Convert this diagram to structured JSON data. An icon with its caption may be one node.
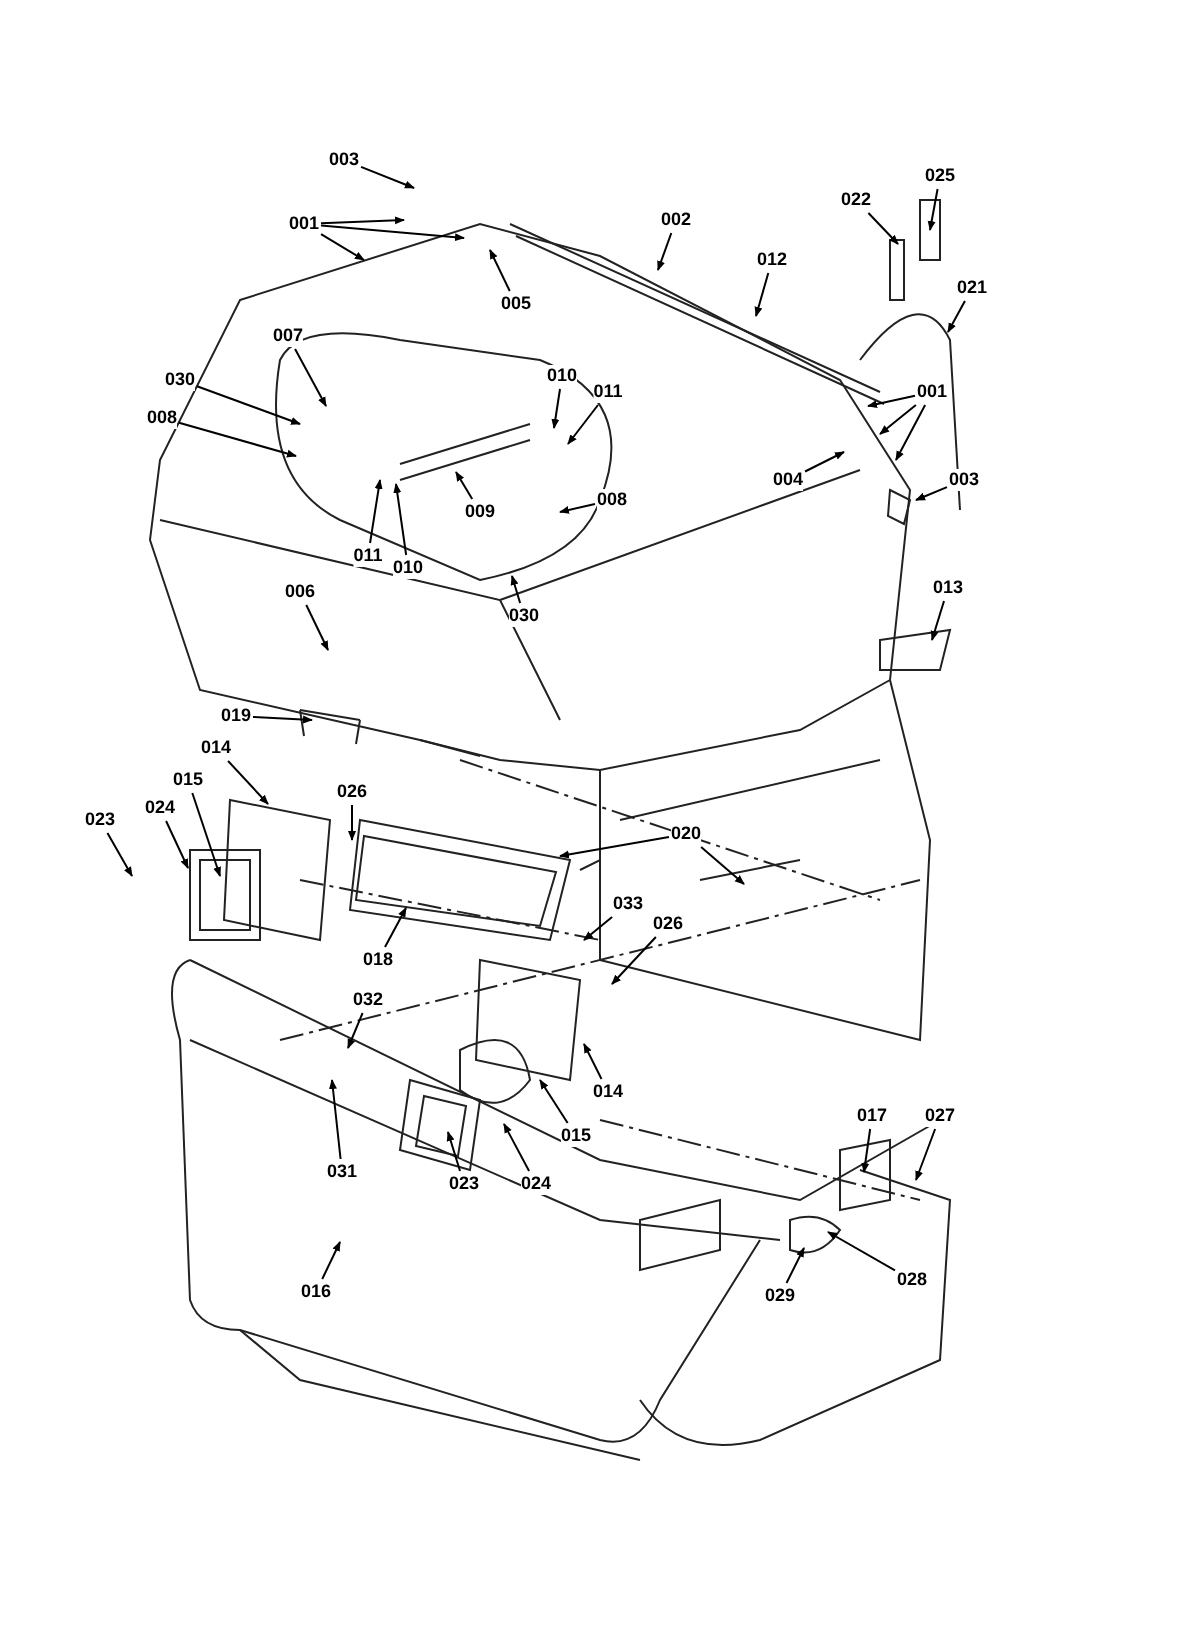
{
  "diagram": {
    "nodes": [
      {
        "text": [
          "003"
        ]
      },
      {
        "text": [
          "001"
        ]
      },
      {
        "text": [
          "005"
        ]
      },
      {
        "text": [
          "002"
        ]
      },
      {
        "text": [
          "012"
        ]
      },
      {
        "text": [
          "022"
        ]
      },
      {
        "text": [
          "025"
        ]
      },
      {
        "text": [
          "021"
        ]
      },
      {
        "text": [
          "001"
        ]
      },
      {
        "text": [
          "004"
        ]
      },
      {
        "text": [
          "003"
        ]
      },
      {
        "text": [
          "007"
        ]
      },
      {
        "text": [
          "030"
        ]
      },
      {
        "text": [
          "008"
        ]
      },
      {
        "text": [
          "010"
        ]
      },
      {
        "text": [
          "011"
        ]
      },
      {
        "text": [
          "009"
        ]
      },
      {
        "text": [
          "011"
        ]
      },
      {
        "text": [
          "010"
        ]
      },
      {
        "text": [
          "008"
        ]
      },
      {
        "text": [
          "030"
        ]
      },
      {
        "text": [
          "013"
        ]
      },
      {
        "text": [
          "006"
        ]
      },
      {
        "text": [
          "019"
        ]
      },
      {
        "text": [
          "014"
        ]
      },
      {
        "text": [
          "026"
        ]
      },
      {
        "text": [
          "023"
        ]
      },
      {
        "text": [
          "024"
        ]
      },
      {
        "text": [
          "015"
        ]
      },
      {
        "text": [
          "018"
        ]
      },
      {
        "text": [
          "020"
        ]
      },
      {
        "text": [
          "033"
        ]
      },
      {
        "text": [
          "026"
        ]
      },
      {
        "text": [
          "014"
        ]
      },
      {
        "text": [
          "015"
        ]
      },
      {
        "text": [
          "032"
        ]
      },
      {
        "text": [
          "031"
        ]
      },
      {
        "text": [
          "023"
        ]
      },
      {
        "text": [
          "024"
        ]
      },
      {
        "text": [
          "016"
        ]
      },
      {
        "text": [
          "017"
        ]
      },
      {
        "text": [
          "027"
        ]
      },
      {
        "text": [
          "028"
        ]
      },
      {
        "text": [
          "029"
        ]
      }
    ],
    "edges": [
      {
        "from": 0,
        "to": null,
        "arrow": "to"
      },
      {
        "from": 1,
        "to": null,
        "arrow": "to"
      },
      {
        "from": 1,
        "to": null,
        "arrow": "to"
      },
      {
        "from": 1,
        "to": null,
        "arrow": "to"
      },
      {
        "from": 2,
        "to": null,
        "arrow": "to"
      },
      {
        "from": 3,
        "to": null,
        "arrow": "to"
      },
      {
        "from": 4,
        "to": null,
        "arrow": "to"
      },
      {
        "from": 5,
        "to": null,
        "arrow": "to"
      },
      {
        "from": 6,
        "to": null,
        "arrow": "to"
      },
      {
        "from": 7,
        "to": null,
        "arrow": "to"
      },
      {
        "from": 8,
        "to": null,
        "arrow": "to"
      },
      {
        "from": 8,
        "to": null,
        "arrow": "to"
      },
      {
        "from": 8,
        "to": null,
        "arrow": "to"
      },
      {
        "from": 9,
        "to": null,
        "arrow": "to"
      },
      {
        "from": 10,
        "to": null,
        "arrow": "to"
      },
      {
        "from": 11,
        "to": null,
        "arrow": "to"
      },
      {
        "from": 12,
        "to": null,
        "arrow": "to"
      },
      {
        "from": 13,
        "to": null,
        "arrow": "to"
      },
      {
        "from": 14,
        "to": null,
        "arrow": "to"
      },
      {
        "from": 15,
        "to": null,
        "arrow": "to"
      },
      {
        "from": 16,
        "to": null,
        "arrow": "to"
      },
      {
        "from": 17,
        "to": null,
        "arrow": "to"
      },
      {
        "from": 18,
        "to": null,
        "arrow": "to"
      },
      {
        "from": 19,
        "to": null,
        "arrow": "to"
      },
      {
        "from": 20,
        "to": null,
        "arrow": "to"
      },
      {
        "from": 21,
        "to": null,
        "arrow": "to"
      },
      {
        "from": 22,
        "to": null,
        "arrow": "to"
      },
      {
        "from": 23,
        "to": null,
        "arrow": "to"
      },
      {
        "from": 24,
        "to": null,
        "arrow": "to"
      },
      {
        "from": 25,
        "to": null,
        "arrow": "to"
      },
      {
        "from": 26,
        "to": null,
        "arrow": "to"
      },
      {
        "from": 27,
        "to": null,
        "arrow": "to"
      },
      {
        "from": 28,
        "to": null,
        "arrow": "to"
      },
      {
        "from": 29,
        "to": null,
        "arrow": "to"
      },
      {
        "from": 30,
        "to": null,
        "arrow": "to"
      },
      {
        "from": 30,
        "to": null,
        "arrow": "to"
      },
      {
        "from": 31,
        "to": null,
        "arrow": "to"
      },
      {
        "from": 32,
        "to": null,
        "arrow": "to"
      },
      {
        "from": 33,
        "to": null,
        "arrow": "to"
      },
      {
        "from": 34,
        "to": null,
        "arrow": "to"
      },
      {
        "from": 35,
        "to": null,
        "arrow": "to"
      },
      {
        "from": 36,
        "to": null,
        "arrow": "to"
      },
      {
        "from": 37,
        "to": null,
        "arrow": "to"
      },
      {
        "from": 38,
        "to": null,
        "arrow": "to"
      },
      {
        "from": 39,
        "to": null,
        "arrow": "to"
      },
      {
        "from": 40,
        "to": null,
        "arrow": "to"
      },
      {
        "from": 41,
        "to": null,
        "arrow": "to"
      },
      {
        "from": 42,
        "to": null,
        "arrow": "to"
      },
      {
        "from": 43,
        "to": null,
        "arrow": "to"
      }
    ]
  }
}
